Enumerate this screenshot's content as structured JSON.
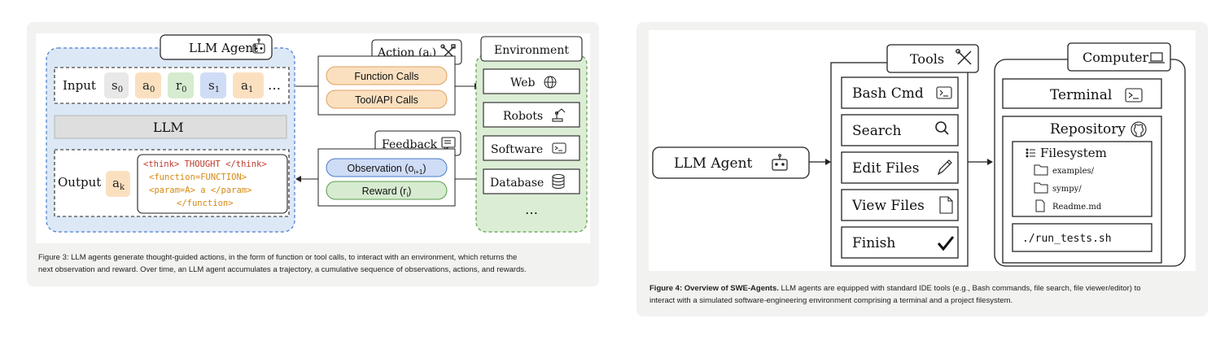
{
  "figure3": {
    "agent_title": "LLM Agent",
    "input_label": "Input",
    "tokens": {
      "s0": "s",
      "s0_sub": "0",
      "a0": "a",
      "a0_sub": "0",
      "r0": "r",
      "r0_sub": "0",
      "s1": "s",
      "s1_sub": "1",
      "a1": "a",
      "a1_sub": "1",
      "ellipsis": "…"
    },
    "llm_label": "LLM",
    "output_label": "Output",
    "output_token": "a",
    "output_token_sub": "k",
    "code": {
      "line1": "<think> THOUGHT </think>",
      "line2": "<function=FUNCTION>",
      "line3": "<param=A> a </param>",
      "line4": "</function>"
    },
    "action_title": "Action (a",
    "action_sub": "i",
    "action_close": ")",
    "function_calls": "Function Calls",
    "tool_calls": "Tool/API Calls",
    "feedback_title": "Feedback",
    "observation": "Observation (o",
    "observation_sub": "i+1",
    "observation_close": ")",
    "reward": "Reward (r",
    "reward_sub": "i",
    "reward_close": ")",
    "environment_title": "Environment",
    "env_items": {
      "web": "Web",
      "robots": "Robots",
      "software": "Software",
      "database": "Database",
      "more": "…"
    },
    "caption_label": "Figure 3:",
    "caption_text": " LLM agents generate thought-guided actions, in the form of function or tool calls, to interact with an environment, which returns the",
    "caption_text2": "next observation and reward. Over time, an LLM agent accumulates a trajectory, a cumulative sequence of observations, actions, and rewards."
  },
  "figure4": {
    "agent_label": "LLM Agent",
    "tools_title": "Tools",
    "tools": {
      "bash": "Bash Cmd",
      "search": "Search",
      "edit": "Edit Files",
      "view": "View Files",
      "finish": "Finish"
    },
    "computer_title": "Computer",
    "terminal": "Terminal",
    "repository": "Repository",
    "filesystem": "Filesystem",
    "files": {
      "examples": "examples/",
      "sympy": "sympy/",
      "readme": "Readme.md"
    },
    "run_tests": "./run_tests.sh",
    "caption_label": "Figure 4: Overview of SWE-Agents.",
    "caption_text": " LLM agents are equipped with standard IDE tools (e.g., Bash commands, file search, file viewer/editor) to",
    "caption_text2": "interact with a simulated software-engineering environment comprising a terminal and a project filesystem."
  },
  "colors": {
    "card_bg": "#f2f2f1",
    "agent_bg": "#dde8f7",
    "agent_border": "#4a7dc9",
    "env_bg": "#dcedd5",
    "env_border": "#5e9d4f",
    "orange_fill": "#fbe0c0",
    "orange_border": "#e0a060",
    "green_fill": "#d6ebd0",
    "green_border": "#5e9d4f",
    "blue_fill": "#cfdcf5",
    "blue_border": "#4a7dc9",
    "llm_bar": "#dedede",
    "code_red": "#c0392b",
    "code_orange": "#d68910",
    "s_token": "#e8e8e8"
  },
  "icons": [
    "robot-icon",
    "tools-icon",
    "feedback-icon",
    "globe-icon",
    "robot-arm-icon",
    "terminal-icon",
    "database-icon",
    "search-icon",
    "pencil-icon",
    "file-icon",
    "check-icon",
    "laptop-icon",
    "github-icon",
    "list-icon",
    "folder-icon"
  ]
}
